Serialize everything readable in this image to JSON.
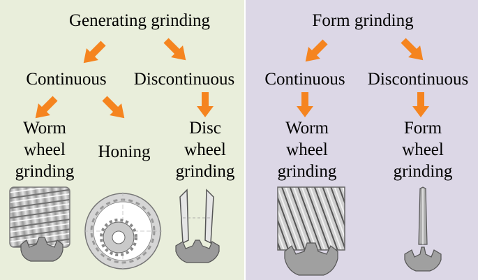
{
  "colors": {
    "left_panel_bg": "#e9eedb",
    "right_panel_bg": "#dcd7e6",
    "arrow": "#f5841f",
    "metal_light": "#d9d9d9",
    "metal_dark": "#8a8a8a"
  },
  "left": {
    "title": "Generating grinding",
    "continuous": "Continuous",
    "discontinuous": "Discontinuous",
    "worm_wheel": [
      "Worm",
      "wheel",
      "grinding"
    ],
    "honing": "Honing",
    "disc_wheel": [
      "Disc",
      "wheel",
      "grinding"
    ]
  },
  "right": {
    "title": "Form grinding",
    "continuous": "Continuous",
    "discontinuous": "Discontinuous",
    "worm_wheel": [
      "Worm",
      "wheel",
      "grinding"
    ],
    "form_wheel": [
      "Form",
      "wheel",
      "grinding"
    ]
  },
  "icons": {
    "arrow": "orange-arrow-icon",
    "worm_wheel": "worm-wheel-gear-icon",
    "honing": "honing-ring-gear-icon",
    "disc_wheel": "disc-wheel-gear-icon",
    "form_wheel": "form-wheel-gear-icon"
  }
}
